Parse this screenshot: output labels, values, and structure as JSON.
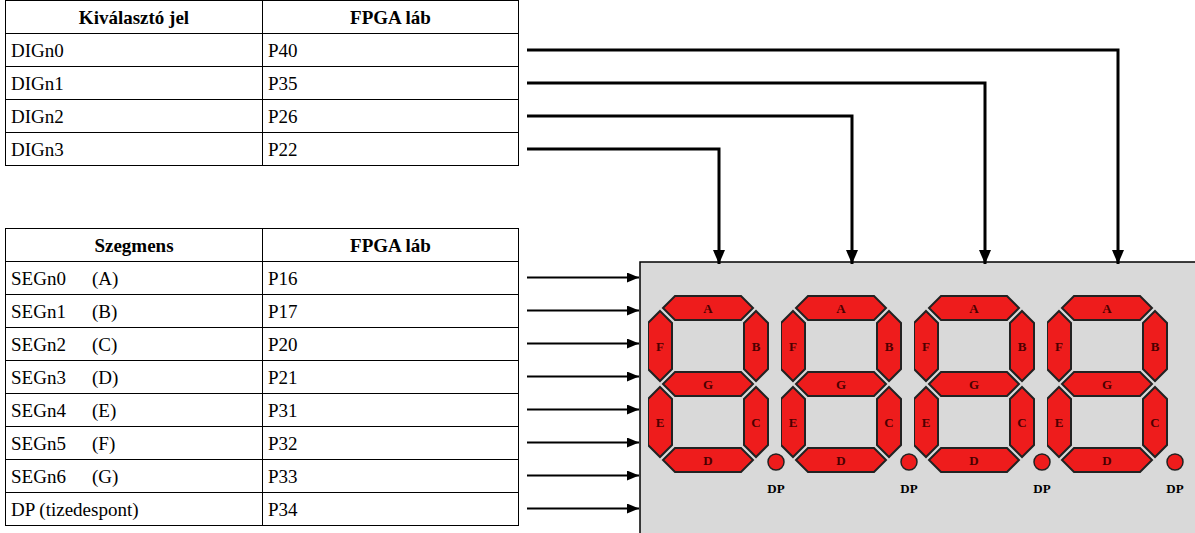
{
  "diagram": {
    "nodes": [
      {
        "text": [
          "DIGn0",
          "P40"
        ]
      },
      {
        "text": [
          "DIGn1",
          "P35"
        ]
      },
      {
        "text": [
          "DIGn2",
          "P26"
        ]
      },
      {
        "text": [
          "DIGn3",
          "P22"
        ]
      },
      {
        "text": [
          "SEGn0",
          "(A)",
          "P16"
        ]
      },
      {
        "text": [
          "SEGn1",
          "(B)",
          "P17"
        ]
      },
      {
        "text": [
          "SEGn2",
          "(C)",
          "P20"
        ]
      },
      {
        "text": [
          "SEGn3",
          "(D)",
          "P21"
        ]
      },
      {
        "text": [
          "SEGn4",
          "(E)",
          "P31"
        ]
      },
      {
        "text": [
          "SEGn5",
          "(F)",
          "P32"
        ]
      },
      {
        "text": [
          "SEGn6",
          "(G)",
          "P33"
        ]
      },
      {
        "text": [
          "DP (tizedespont)",
          "P34"
        ]
      },
      {
        "text": [
          "A",
          "F",
          "B",
          "G",
          "E",
          "C",
          "D",
          "DP"
        ]
      },
      {
        "text": [
          "A",
          "F",
          "B",
          "G",
          "E",
          "C",
          "D",
          "DP"
        ]
      },
      {
        "text": [
          "A",
          "F",
          "B",
          "G",
          "E",
          "C",
          "D",
          "DP"
        ]
      },
      {
        "text": [
          "A",
          "F",
          "B",
          "G",
          "E",
          "C",
          "D",
          "DP"
        ]
      }
    ],
    "edges": [
      {
        "from": 0,
        "to": 15,
        "arrow": "to"
      },
      {
        "from": 1,
        "to": 14,
        "arrow": "to"
      },
      {
        "from": 2,
        "to": 13,
        "arrow": "to"
      },
      {
        "from": 3,
        "to": 12,
        "arrow": "to"
      }
    ],
    "labels": [
      "Kiválasztó jel",
      "FPGA láb",
      "Szegmens",
      "FPGA láb"
    ]
  }
}
